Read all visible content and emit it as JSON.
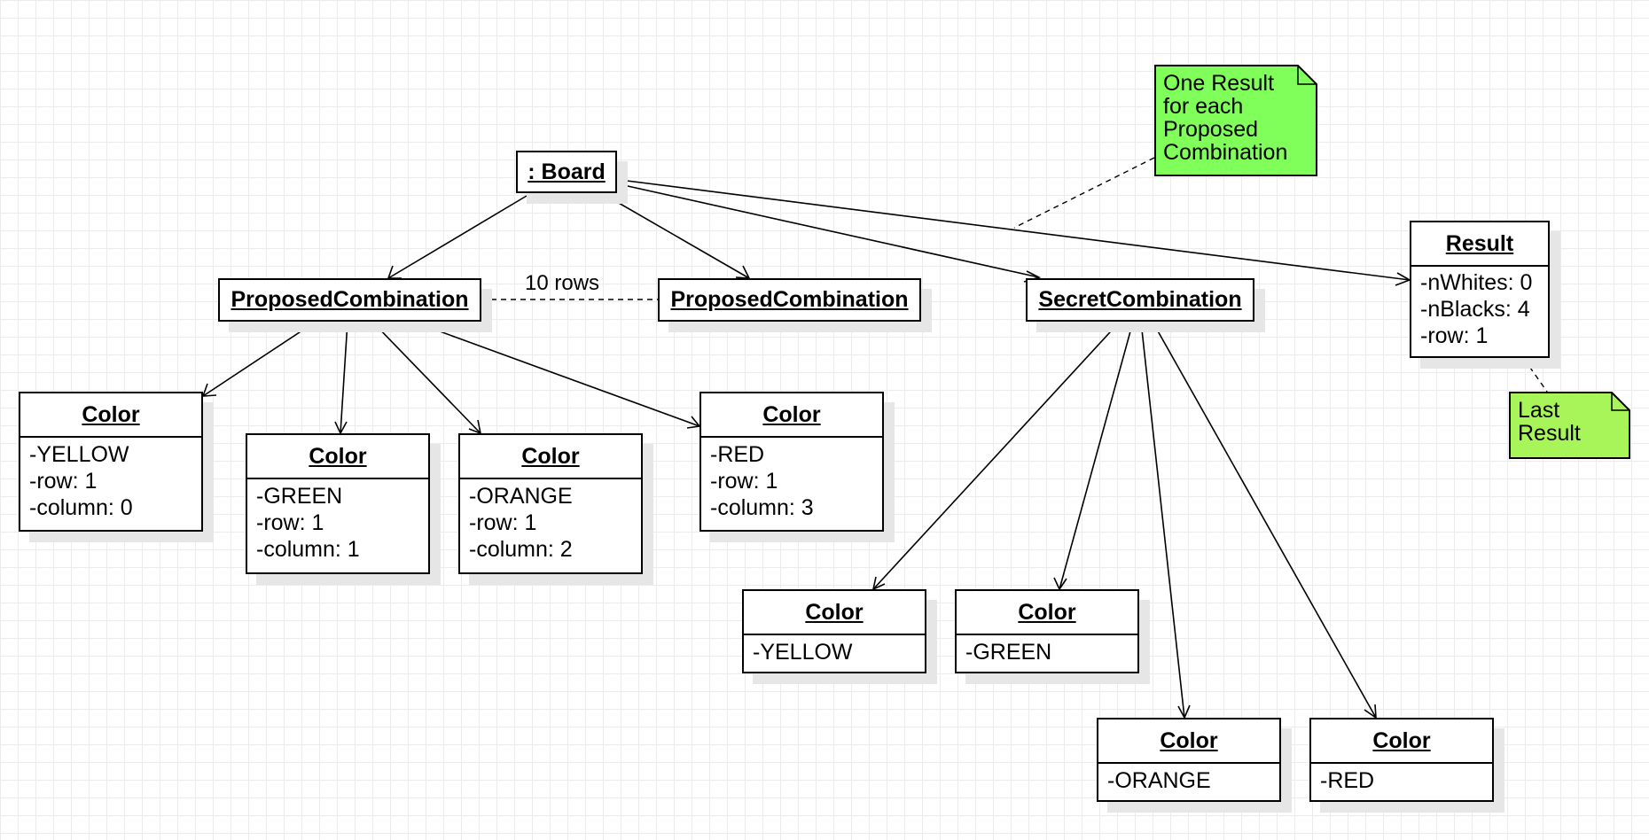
{
  "board": {
    "title": ": Board"
  },
  "proposed_1": {
    "title": "ProposedCombination"
  },
  "proposed_2": {
    "title": "ProposedCombination"
  },
  "rows_label": "10 rows",
  "secret": {
    "title": "SecretCombination"
  },
  "result": {
    "title": "Result",
    "attrs": [
      "-nWhites: 0",
      "-nBlacks: 4",
      "-row: 1"
    ]
  },
  "note_each": {
    "text": "One Result\nfor each\nProposed\nCombination"
  },
  "note_last": {
    "text": "Last\nResult"
  },
  "proposed_colors": [
    {
      "title": "Color",
      "attrs": [
        "-YELLOW",
        "-row: 1",
        "-column: 0"
      ]
    },
    {
      "title": "Color",
      "attrs": [
        "-GREEN",
        "-row: 1",
        "-column: 1"
      ]
    },
    {
      "title": "Color",
      "attrs": [
        "-ORANGE",
        "-row: 1",
        "-column: 2"
      ]
    },
    {
      "title": "Color",
      "attrs": [
        "-RED",
        "-row: 1",
        "-column: 3"
      ]
    }
  ],
  "secret_colors": [
    {
      "title": "Color",
      "attrs": [
        "-YELLOW"
      ]
    },
    {
      "title": "Color",
      "attrs": [
        "-GREEN"
      ]
    },
    {
      "title": "Color",
      "attrs": [
        "-ORANGE"
      ]
    },
    {
      "title": "Color",
      "attrs": [
        "-RED"
      ]
    }
  ],
  "colors": {
    "note_fill": "#80ff5a",
    "note_last_fill": "#a8f55a",
    "line": "#000000"
  }
}
